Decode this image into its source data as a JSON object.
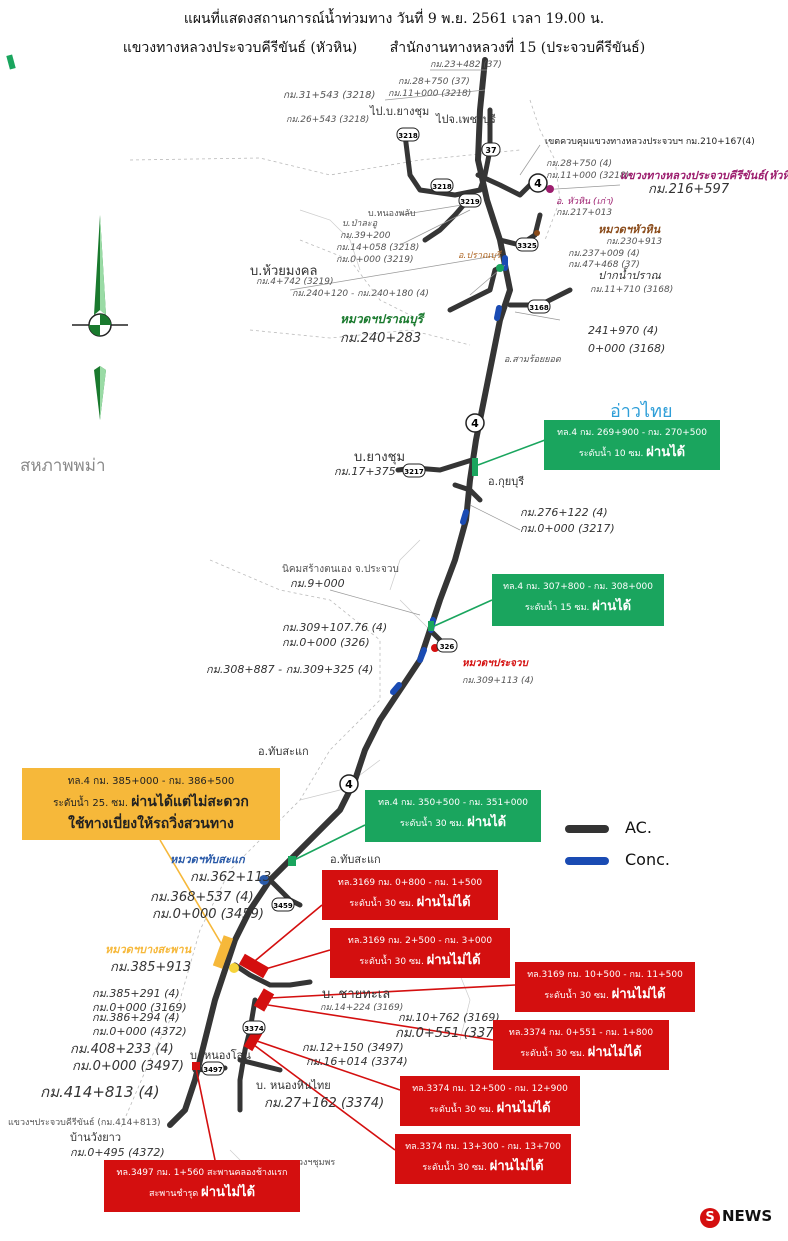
{
  "title": {
    "line1": "แผนที่แสดงสถานการณ์น้ำท่วมทาง วันที่ 9 พ.ย. 2561 เวลา 19.00 น.",
    "line2a": "แขวงทางหลวงประจวบคีรีขันธ์ (หัวหิน)",
    "line2b": "สำนักงานทางหลวงที่ 15 (ประจวบคีรีขันธ์)"
  },
  "regions": {
    "myanmar": "สหภาพพม่า",
    "gulf": "อ่าวไทย"
  },
  "legend": {
    "ac_label": "AC.",
    "conc_label": "Conc.",
    "ac_color": "#333333",
    "conc_color": "#1a4bb3"
  },
  "route_shields": [
    "4",
    "4",
    "4",
    "37",
    "3218",
    "3218",
    "3219",
    "3325",
    "3168",
    "3217",
    "326",
    "3459",
    "3374",
    "3497"
  ],
  "labels": {
    "km23_482": "กม.23+482 (37)",
    "km28_750": "กม.28+750 (37)",
    "km11_000_3218": "กม.11+000 (3218)",
    "km31_543": "กม.31+543 (3218)",
    "to_yangchum": "ไป.บ.ยางชุม",
    "to_phetchaburi": "ไปจ.เพชรบุรี",
    "km26_543": "กม.26+543 (3218)",
    "boundary_note": "เขตควบคุมแขวงทางหลวงประจวบฯ กม.210+167(4)",
    "km28_750_4": "กม.28+750 (4)",
    "km11_000_3218b": "กม.11+000 (3218)",
    "huahin_district": "แขวงทางหลวงประจวบคีรีขันธ์(หัวหิน)",
    "km216_597": "กม.216+597",
    "huahin_old": "อ. หัวหิน (เก่า)",
    "km217_013": "กม.217+013",
    "nongphlap": "บ.หนองพลับ",
    "patalu": "บ.ป่าละอู",
    "km39_200": "กม.39+200",
    "km14_058": "กม.14+058 (3218)",
    "km0_000_3219": "กม.0+000 (3219)",
    "huahin_unit": "หมวดฯหัวหิน",
    "km230_913": "กม.230+913",
    "pranburi": "อ.ปราณบุรี",
    "km237_009": "กม.237+009 (4)",
    "km47_468": "กม.47+468 (37)",
    "huaymongkol": "บ.ห้วยมงคล",
    "km4_742": "กม.4+742 (3219)",
    "km240_120": "กม.240+120 - กม.240+180 (4)",
    "paknam_pran": "ปากน้ำปราณ",
    "km11_710": "กม.11+710 (3168)",
    "pranburi_unit": "หมวดฯปราณบุรี",
    "km240_283": "กม.240+283",
    "km241_970": "241+970 (4)",
    "km0_000_3168": "0+000 (3168)",
    "samroiyot": "อ.สามร้อยยอด",
    "yangchum": "บ.ยางชุม",
    "km17_375": "กม.17+375",
    "kuiburi": "อ.กุยบุรี",
    "km276_122": "กม.276+122 (4)",
    "km0_000_3217": "กม.0+000 (3217)",
    "nikhom": "นิคมสร้างตนเอง จ.ประจวบ",
    "km9_000": "กม.9+000",
    "km309_107": "กม.309+107.76 (4)",
    "km0_000_326": "กม.0+000 (326)",
    "km308_887": "กม.308+887 - กม.309+325 (4)",
    "prachuap_unit": "หมวดฯประจวบ",
    "km309_113": "กม.309+113 (4)",
    "thapsakae": "อ.ทับสะแก",
    "thapsakae2": "อ.ทับสะแก",
    "thapsakae_unit": "หมวดฯทับสะแก",
    "km362_113": "กม.362+113",
    "km368_537": "กม.368+537 (4)",
    "km0_000_3459": "กม.0+000 (3459)",
    "bangsaphan_unit": "หมวดฯบางสะพาน",
    "km385_913": "กม.385+913",
    "km385_291": "กม.385+291 (4)",
    "km0_000_3169": "กม.0+000 (3169)",
    "km386_294": "กม.386+294 (4)",
    "km0_000_4372": "กม.0+000 (4372)",
    "km408_233": "กม.408+233 (4)",
    "km0_000_3497": "กม.0+000 (3497)",
    "km414_813": "กม.414+813 (4)",
    "district_border": "แขวงฯประจวบคีรีขันธ์ (กม.414+813)",
    "banwangyao": "บ้านวังยาว",
    "km0_495": "กม.0+495 (4372)",
    "chaithale": "บ. ชายทะเล",
    "km14_224": "กม.14+224 (3169)",
    "km10_762": "กม.10+762 (3169)",
    "km0_551": "กม.0+551 (3374)",
    "km12_150": "กม.12+150 (3497)",
    "km16_014": "กม.16+014 (3374)",
    "nongsan": "บ. หนองโสน",
    "nonghinthai": "บ. หนองหินไทย",
    "km27_162": "กม.27+162 (3374)",
    "chumphon_district": "แขวงฯชุมพร"
  },
  "flood_boxes": {
    "g1": {
      "line1": "ทล.4 กม. 269+900 - กม. 270+500",
      "prefix": "ระดับน้ำ 10 ซม.",
      "status": "ผ่านได้"
    },
    "g2": {
      "line1": "ทล.4 กม. 307+800 - กม. 308+000",
      "prefix": "ระดับน้ำ 15 ซม.",
      "status": "ผ่านได้"
    },
    "g3": {
      "line1": "ทล.4 กม. 350+500 - กม. 351+000",
      "prefix": "ระดับน้ำ 30 ซม.",
      "status": "ผ่านได้"
    },
    "y1": {
      "line1": "ทล.4 กม. 385+000 - กม. 386+500",
      "prefix": "ระดับน้ำ 25. ซม.",
      "status": "ผ่านได้แต่ไม่สะดวก",
      "line3": "ใช้ทางเบี่ยงให้รถวิ่งสวนทาง"
    },
    "r1": {
      "line1": "ทล.3169 กม. 0+800 - กม. 1+500",
      "prefix": "ระดับน้ำ 30 ซม.",
      "status": "ผ่านไม่ได้"
    },
    "r2": {
      "line1": "ทล.3169 กม. 2+500 - กม. 3+000",
      "prefix": "ระดับน้ำ 30 ซม.",
      "status": "ผ่านไม่ได้"
    },
    "r3": {
      "line1": "ทล.3169 กม. 10+500 - กม. 11+500",
      "prefix": "ระดับน้ำ 30 ซม.",
      "status": "ผ่านไม่ได้"
    },
    "r4": {
      "line1": "ทล.3374 กม. 0+551 - กม. 1+800",
      "prefix": "ระดับน้ำ 30 ซม.",
      "status": "ผ่านไม่ได้"
    },
    "r5": {
      "line1": "ทล.3374 กม. 12+500 - กม. 12+900",
      "prefix": "ระดับน้ำ 30 ซม.",
      "status": "ผ่านไม่ได้"
    },
    "r6": {
      "line1": "ทล.3374 กม. 13+300 - กม. 13+700",
      "prefix": "ระดับน้ำ 30 ซม.",
      "status": "ผ่านไม่ได้"
    },
    "r7": {
      "line1": "ทล.3497 กม. 1+560 สะพานคลองช้างแรก",
      "prefix": "สะพานชำรุด",
      "status": "ผ่านไม่ได้"
    }
  },
  "logo": {
    "mark": "S",
    "text": "NEWS"
  }
}
